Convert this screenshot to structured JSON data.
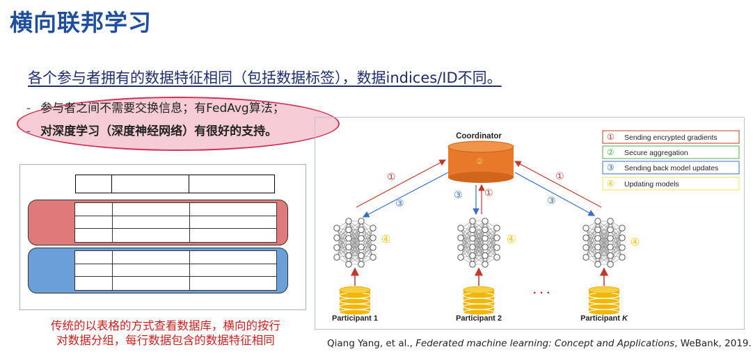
{
  "title": "横向联邦学习",
  "headline": "各个参与者拥有的数据特征相同（包括数据标签），数据indices/ID不同。",
  "bullets": [
    {
      "dash": "-",
      "text": "参与者之间不需要交换信息；有FedAvg算法；"
    },
    {
      "dash": "-",
      "text": "对深度学习（深度神经网络）有很好的支持。"
    }
  ],
  "left_caption": {
    "line1": "传统的以表格的方式查看数据库，横向的按行",
    "line2": "对数据分组，每行数据包含的数据特征相同"
  },
  "diagram": {
    "coordinator_label": "Coordinator",
    "legend": [
      {
        "num": "①",
        "text": "Sending encrypted gradients",
        "color": "#c0392b"
      },
      {
        "num": "②",
        "text": "Secure aggregation",
        "color": "#4caf50"
      },
      {
        "num": "③",
        "text": "Sending back model updates",
        "color": "#3a6fc4"
      },
      {
        "num": "④",
        "text": "Updating models",
        "color": "#f1e04a"
      }
    ],
    "marks": {
      "one": "①",
      "two": "②",
      "three": "③",
      "four": "④"
    },
    "participants": [
      {
        "name": "Participant 1"
      },
      {
        "name": "Participant 2"
      },
      {
        "name": "Participant ",
        "suffix": "K"
      }
    ],
    "ellipsis": "· · ·",
    "colors": {
      "coordinator": "#e8792a",
      "db": "#f2b705",
      "red_arrow": "#c0392b",
      "blue_arrow": "#3a6fc4",
      "orange_num": "#f1c40f"
    }
  },
  "citation": {
    "prefix": "Qiang Yang, et al., ",
    "italic": "Federated machine learning: Concept and Applications",
    "suffix": ", WeBank, 2019."
  }
}
